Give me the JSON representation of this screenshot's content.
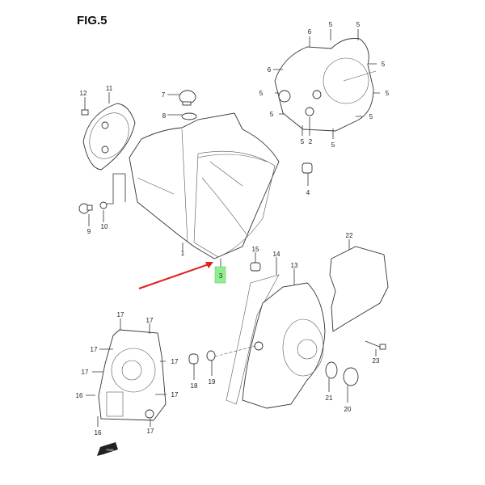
{
  "title": "FIG.5",
  "highlighted_part": "3",
  "labels": {
    "p1": "1",
    "p2": "2",
    "p3": "3",
    "p4": "4",
    "p5": "5",
    "p6": "6",
    "p7": "7",
    "p8": "8",
    "p9": "9",
    "p10": "10",
    "p11": "11",
    "p12": "12",
    "p13": "13",
    "p14": "14",
    "p15": "15",
    "p16": "16",
    "p17": "17",
    "p18": "18",
    "p19": "19",
    "p20": "20",
    "p21": "21",
    "p22": "22",
    "p23": "23"
  },
  "front_marker": "FWD",
  "colors": {
    "highlight": "#90ee90",
    "arrow": "#e02020"
  }
}
